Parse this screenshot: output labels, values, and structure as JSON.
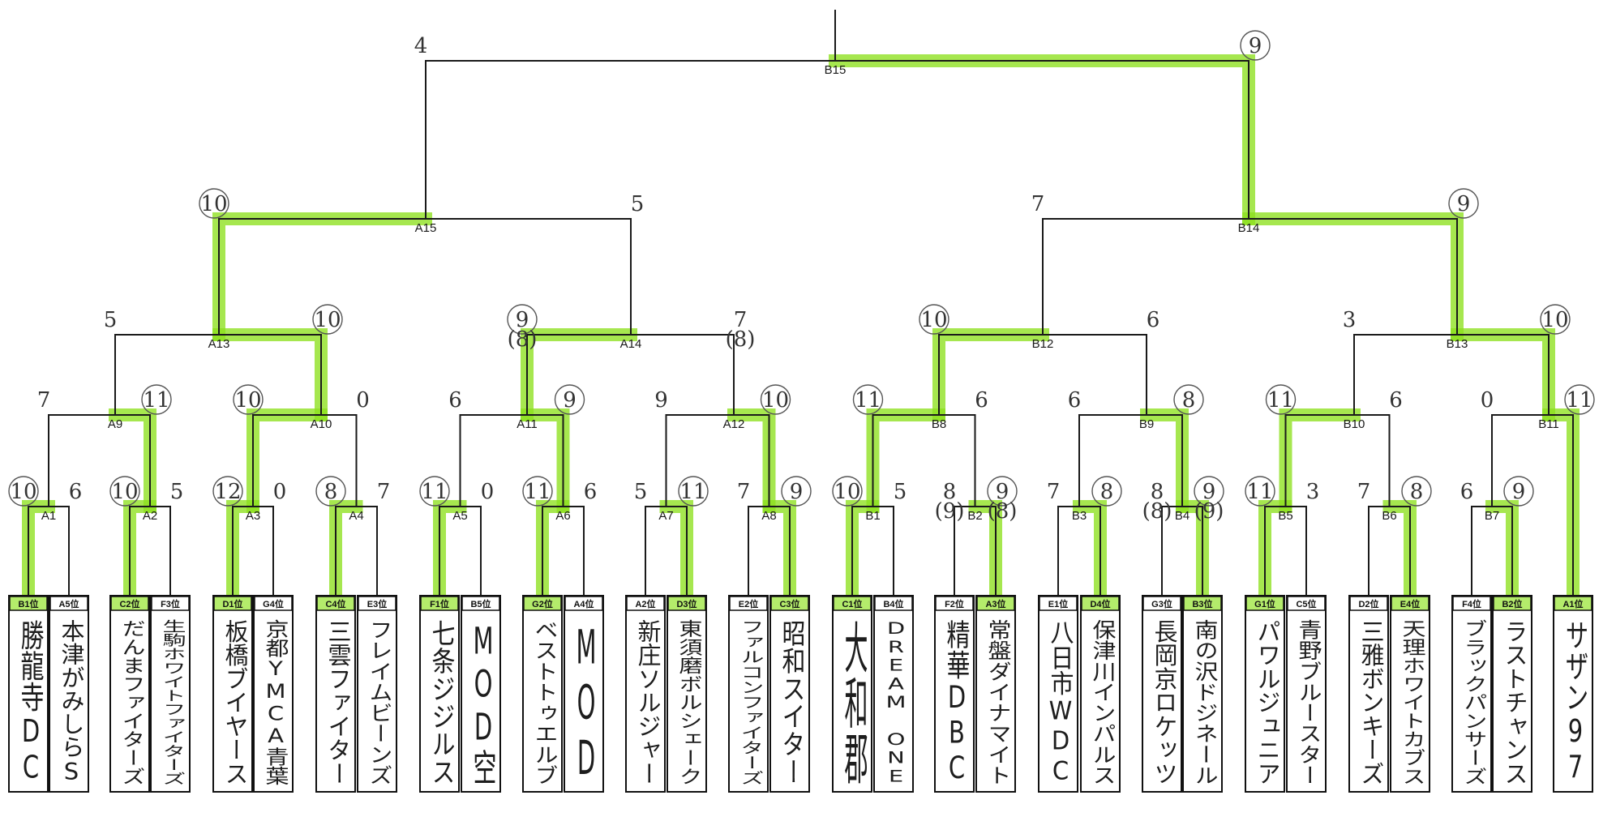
{
  "colors": {
    "highlighter": "#8de01e",
    "ink": "#1a1a1a"
  },
  "leaves": [
    {
      "seed": "B1位",
      "team": "勝龍寺DC"
    },
    {
      "seed": "A5位",
      "team": "本津がみしらS"
    },
    {
      "seed": "C2位",
      "team": "だんまファイターズ"
    },
    {
      "seed": "F3位",
      "team": "生駒ホワイトファイターズ"
    },
    {
      "seed": "D1位",
      "team": "板橋ブイヤース"
    },
    {
      "seed": "G4位",
      "team": "京都YMCA青葉"
    },
    {
      "seed": "C4位",
      "team": "三雲ファイター"
    },
    {
      "seed": "E3位",
      "team": "フレイムビーンズ"
    },
    {
      "seed": "F1位",
      "team": "七条ジジルス"
    },
    {
      "seed": "B5位",
      "team": "MOD空"
    },
    {
      "seed": "G2位",
      "team": "ベストトゥエルブ"
    },
    {
      "seed": "A4位",
      "team": "MOD"
    },
    {
      "seed": "A2位",
      "team": "新庄ソルジャー"
    },
    {
      "seed": "D3位",
      "team": "東須磨ボルシェーク"
    },
    {
      "seed": "E2位",
      "team": "ファルコンファイターズ"
    },
    {
      "seed": "C3位",
      "team": "昭和スイター"
    },
    {
      "seed": "C1位",
      "team": "大和郡"
    },
    {
      "seed": "B4位",
      "team": "DREAM ONE"
    },
    {
      "seed": "F2位",
      "team": "精華DBC"
    },
    {
      "seed": "A3位",
      "team": "常盤ダイナマイト"
    },
    {
      "seed": "E1位",
      "team": "八日市WDC"
    },
    {
      "seed": "D4位",
      "team": "保津川インパルス"
    },
    {
      "seed": "G3位",
      "team": "長岡京ロケッツ"
    },
    {
      "seed": "B3位",
      "team": "南の沢ドジネール"
    },
    {
      "seed": "G1位",
      "team": "パワルジュニア"
    },
    {
      "seed": "C5位",
      "team": "青野ブルースター"
    },
    {
      "seed": "D2位",
      "team": "三雅ボンキーズ"
    },
    {
      "seed": "E4位",
      "team": "天理ホワイトカブス"
    },
    {
      "seed": "F4位",
      "team": "ブラックパンサーズ"
    },
    {
      "seed": "B2位",
      "team": "ラストチャンス"
    },
    {
      "seed": "A1位",
      "team": "サザン97"
    }
  ],
  "matches": [
    {
      "label": "A1",
      "left": "10",
      "right": "6",
      "winner": "left"
    },
    {
      "label": "A2",
      "left": "10",
      "right": "5",
      "winner": "left"
    },
    {
      "label": "A3",
      "left": "12",
      "right": "0",
      "winner": "left"
    },
    {
      "label": "A4",
      "left": "8",
      "right": "7",
      "winner": "left"
    },
    {
      "label": "A5",
      "left": "11",
      "right": "0",
      "winner": "left"
    },
    {
      "label": "A6",
      "left": "11",
      "right": "6",
      "winner": "left"
    },
    {
      "label": "A7",
      "left": "5",
      "right": "11",
      "winner": "right"
    },
    {
      "label": "A8",
      "left": "7",
      "right": "9",
      "winner": "right"
    },
    {
      "label": "B1",
      "left": "10",
      "right": "5",
      "winner": "left"
    },
    {
      "label": "B2",
      "left": "8",
      "right": "9",
      "winner": "right",
      "left_extra": "(9)",
      "right_extra": "(8)"
    },
    {
      "label": "B3",
      "left": "7",
      "right": "8",
      "winner": "right"
    },
    {
      "label": "B4",
      "left": "8",
      "right": "9",
      "winner": "right",
      "left_extra": "(8)",
      "right_extra": "(9)"
    },
    {
      "label": "B5",
      "left": "11",
      "right": "3",
      "winner": "left"
    },
    {
      "label": "B6",
      "left": "7",
      "right": "8",
      "winner": "right"
    },
    {
      "label": "B7",
      "left": "6",
      "right": "9",
      "winner": "right"
    },
    {
      "label": "A9",
      "left": "7",
      "right": "11",
      "winner": "right"
    },
    {
      "label": "A10",
      "left": "10",
      "right": "0",
      "winner": "left"
    },
    {
      "label": "A11",
      "left": "6",
      "right": "9",
      "winner": "right"
    },
    {
      "label": "A12",
      "left": "9",
      "right": "10",
      "winner": "right"
    },
    {
      "label": "B8",
      "left": "11",
      "right": "6",
      "winner": "left"
    },
    {
      "label": "B9",
      "left": "6",
      "right": "8",
      "winner": "right"
    },
    {
      "label": "B10",
      "left": "11",
      "right": "6",
      "winner": "left"
    },
    {
      "label": "B11",
      "left": "0",
      "right": "11",
      "winner": "right"
    },
    {
      "label": "A13",
      "left": "5",
      "right": "10",
      "winner": "right"
    },
    {
      "label": "A14",
      "left": "9",
      "right": "7",
      "winner": "left",
      "left_extra": "(8)",
      "right_extra": "(8)"
    },
    {
      "label": "B12",
      "left": "10",
      "right": "6",
      "winner": "left"
    },
    {
      "label": "B13",
      "left": "3",
      "right": "10",
      "winner": "right"
    },
    {
      "label": "A15",
      "left": "10",
      "right": "5",
      "winner": "left"
    },
    {
      "label": "B14",
      "left": "7",
      "right": "9",
      "winner": "right"
    },
    {
      "label": "B15",
      "left": "4",
      "right": "9",
      "winner": "right"
    }
  ]
}
